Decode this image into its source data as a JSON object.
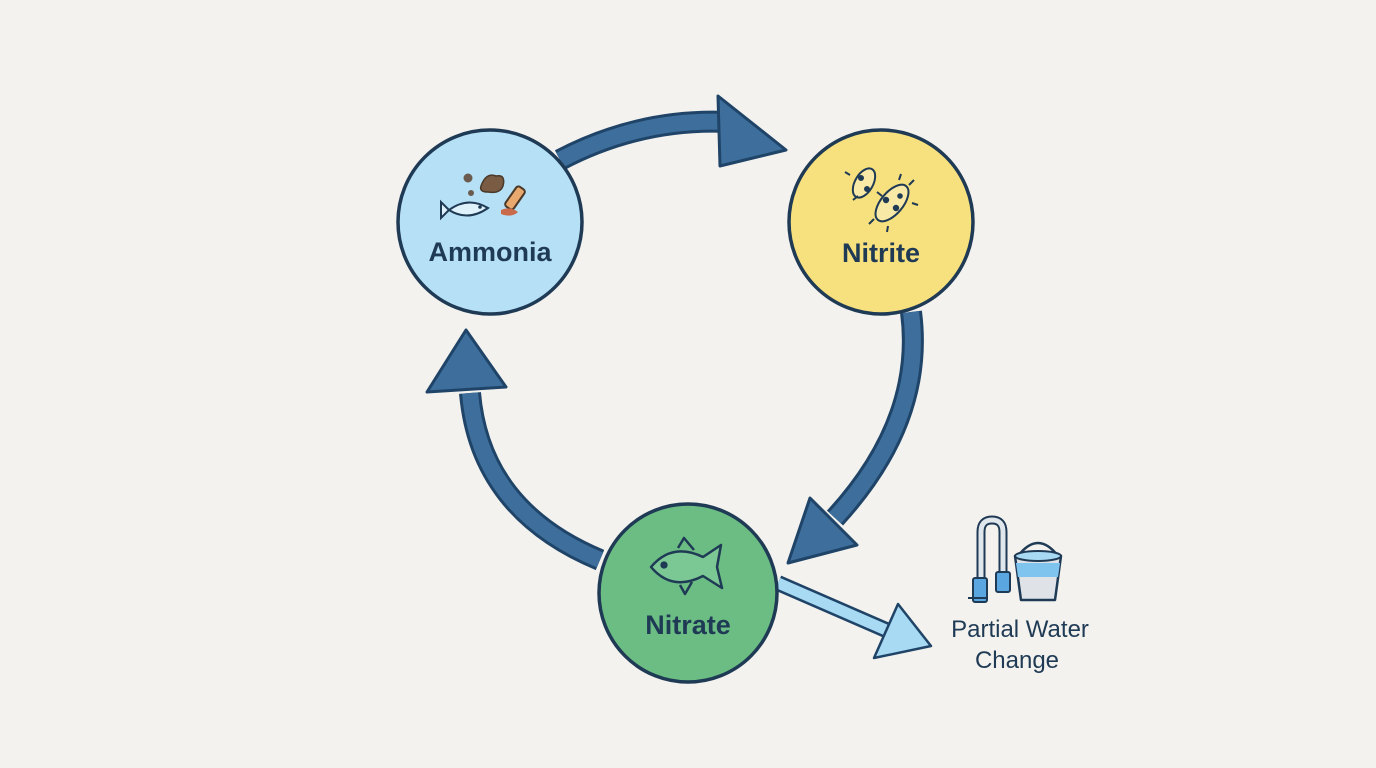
{
  "diagram": {
    "type": "cycle",
    "nodes": [
      {
        "id": "ammonia",
        "label": "Ammonia",
        "color": "#b6e0f5",
        "icon": "fish-waste-food-icon"
      },
      {
        "id": "nitrite",
        "label": "Nitrite",
        "color": "#f7e07e",
        "icon": "bacteria-icon"
      },
      {
        "id": "nitrate",
        "label": "Nitrate",
        "color": "#6cbd84",
        "icon": "fish-icon"
      }
    ],
    "edges": [
      {
        "from": "ammonia",
        "to": "nitrite"
      },
      {
        "from": "nitrite",
        "to": "nitrate"
      },
      {
        "from": "nitrate",
        "to": "ammonia"
      },
      {
        "from": "nitrate",
        "to": "partial-water-change"
      }
    ],
    "output": {
      "id": "partial-water-change",
      "label_line1": "Partial Water",
      "label_line2": "Change",
      "icons": [
        "siphon-icon",
        "bucket-icon"
      ]
    },
    "colors": {
      "arrow": "#3d6e9c",
      "arrow_outline": "#1f4468",
      "output_arrow": "#a9daf3",
      "node_outline": "#1f3a55",
      "background": "#f3f2ee"
    }
  }
}
